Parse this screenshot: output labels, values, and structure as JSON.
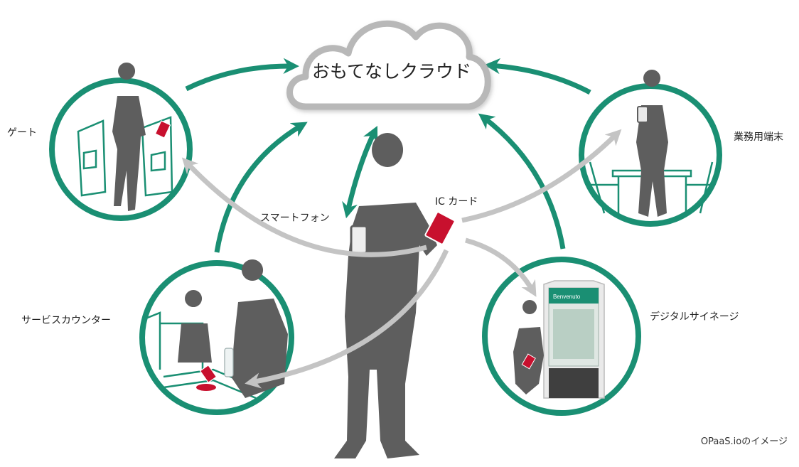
{
  "cloud": {
    "label": "おもてなしクラウド"
  },
  "labels": {
    "gate": "ゲート",
    "business_terminal": "業務用端末",
    "smartphone": "スマートフォン",
    "ic_card": "IC カード",
    "service_counter": "サービスカウンター",
    "digital_signage": "デジタルサイネージ"
  },
  "signage_screen_text": "Benvenuto",
  "credit": "OPaaS.ioのイメージ",
  "colors": {
    "accent_green": "#1a8f73",
    "flow_gray": "#c4c4c4",
    "silhouette": "#5e5e5e",
    "card_red": "#c8102e",
    "cloud_outline": "#b8b8b8"
  }
}
